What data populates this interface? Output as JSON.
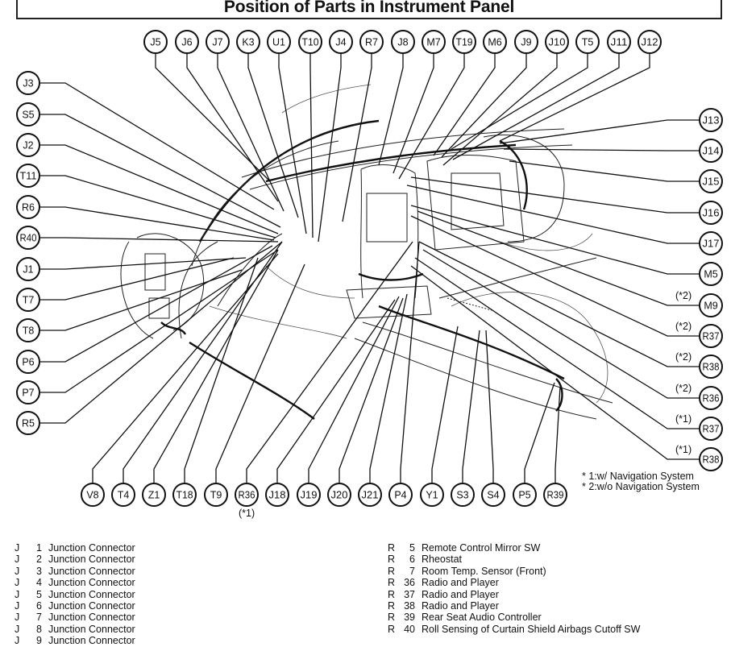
{
  "title": "Position of Parts in Instrument Panel",
  "callouts": {
    "top": [
      {
        "label": "J5",
        "note": ""
      },
      {
        "label": "J6",
        "note": ""
      },
      {
        "label": "J7",
        "note": ""
      },
      {
        "label": "K3",
        "note": ""
      },
      {
        "label": "U1",
        "note": ""
      },
      {
        "label": "T10",
        "note": ""
      },
      {
        "label": "J4",
        "note": ""
      },
      {
        "label": "R7",
        "note": ""
      },
      {
        "label": "J8",
        "note": ""
      },
      {
        "label": "M7",
        "note": ""
      },
      {
        "label": "T19",
        "note": ""
      },
      {
        "label": "M6",
        "note": ""
      },
      {
        "label": "J9",
        "note": ""
      },
      {
        "label": "J10",
        "note": ""
      },
      {
        "label": "T5",
        "note": ""
      },
      {
        "label": "J11",
        "note": ""
      },
      {
        "label": "J12",
        "note": ""
      }
    ],
    "left": [
      {
        "label": "J3",
        "note": ""
      },
      {
        "label": "S5",
        "note": ""
      },
      {
        "label": "J2",
        "note": ""
      },
      {
        "label": "T11",
        "note": ""
      },
      {
        "label": "R6",
        "note": ""
      },
      {
        "label": "R40",
        "note": ""
      },
      {
        "label": "J1",
        "note": ""
      },
      {
        "label": "T7",
        "note": ""
      },
      {
        "label": "T8",
        "note": ""
      },
      {
        "label": "P6",
        "note": ""
      },
      {
        "label": "P7",
        "note": ""
      },
      {
        "label": "R5",
        "note": ""
      }
    ],
    "right": [
      {
        "label": "J13",
        "note": ""
      },
      {
        "label": "J14",
        "note": ""
      },
      {
        "label": "J15",
        "note": ""
      },
      {
        "label": "J16",
        "note": ""
      },
      {
        "label": "J17",
        "note": ""
      },
      {
        "label": "M5",
        "note": ""
      },
      {
        "label": "M9",
        "note": "(*2)"
      },
      {
        "label": "R37",
        "note": "(*2)"
      },
      {
        "label": "R38",
        "note": "(*2)"
      },
      {
        "label": "R36",
        "note": "(*2)"
      },
      {
        "label": "R37",
        "note": "(*1)"
      },
      {
        "label": "R38",
        "note": "(*1)"
      }
    ],
    "bottom": [
      {
        "label": "V8",
        "note": ""
      },
      {
        "label": "T4",
        "note": ""
      },
      {
        "label": "Z1",
        "note": ""
      },
      {
        "label": "T18",
        "note": ""
      },
      {
        "label": "T9",
        "note": ""
      },
      {
        "label": "R36",
        "note": "(*1)"
      },
      {
        "label": "J18",
        "note": ""
      },
      {
        "label": "J19",
        "note": ""
      },
      {
        "label": "J20",
        "note": ""
      },
      {
        "label": "J21",
        "note": ""
      },
      {
        "label": "P4",
        "note": ""
      },
      {
        "label": "Y1",
        "note": ""
      },
      {
        "label": "S3",
        "note": ""
      },
      {
        "label": "S4",
        "note": ""
      },
      {
        "label": "P5",
        "note": ""
      },
      {
        "label": "R39",
        "note": ""
      }
    ]
  },
  "footnotes": [
    "* 1:w/ Navigation System",
    "* 2:w/o Navigation System"
  ],
  "legend_left": [
    {
      "prefix": "J",
      "num": "1",
      "desc": "Junction Connector"
    },
    {
      "prefix": "J",
      "num": "2",
      "desc": "Junction Connector"
    },
    {
      "prefix": "J",
      "num": "3",
      "desc": "Junction Connector"
    },
    {
      "prefix": "J",
      "num": "4",
      "desc": "Junction Connector"
    },
    {
      "prefix": "J",
      "num": "5",
      "desc": "Junction Connector"
    },
    {
      "prefix": "J",
      "num": "6",
      "desc": "Junction Connector"
    },
    {
      "prefix": "J",
      "num": "7",
      "desc": "Junction Connector"
    },
    {
      "prefix": "J",
      "num": "8",
      "desc": "Junction Connector"
    },
    {
      "prefix": "J",
      "num": "9",
      "desc": "Junction Connector"
    }
  ],
  "legend_right": [
    {
      "prefix": "R",
      "num": "5",
      "desc": "Remote Control Mirror SW"
    },
    {
      "prefix": "R",
      "num": "6",
      "desc": "Rheostat"
    },
    {
      "prefix": "R",
      "num": "7",
      "desc": "Room Temp. Sensor (Front)"
    },
    {
      "prefix": "R",
      "num": "36",
      "desc": "Radio and Player"
    },
    {
      "prefix": "R",
      "num": "37",
      "desc": "Radio and Player"
    },
    {
      "prefix": "R",
      "num": "38",
      "desc": "Radio and Player"
    },
    {
      "prefix": "R",
      "num": "39",
      "desc": "Rear Seat Audio Controller"
    },
    {
      "prefix": "R",
      "num": "40",
      "desc": "Roll Sensing of Curtain Shield Airbags Cutoff SW"
    }
  ]
}
